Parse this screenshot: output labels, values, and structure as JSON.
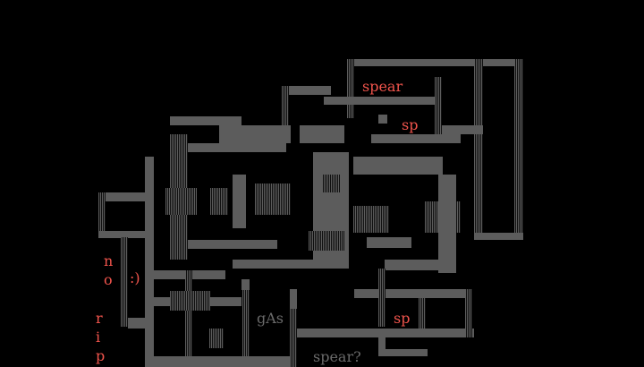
{
  "map_labels": {
    "spear_top": "spear",
    "sp_top": "sp",
    "sp_bottom": "sp",
    "gas": "gAs",
    "spear_question": "spear?",
    "smiley": ":)"
  },
  "vertical_words": {
    "no": [
      "n",
      "o"
    ],
    "rip": [
      "r",
      "i",
      "p"
    ]
  },
  "colors": {
    "wall": "#5c5c5c",
    "annotation": "#f0544c",
    "faded_text": "#6a6a6a",
    "background": "#000000"
  }
}
